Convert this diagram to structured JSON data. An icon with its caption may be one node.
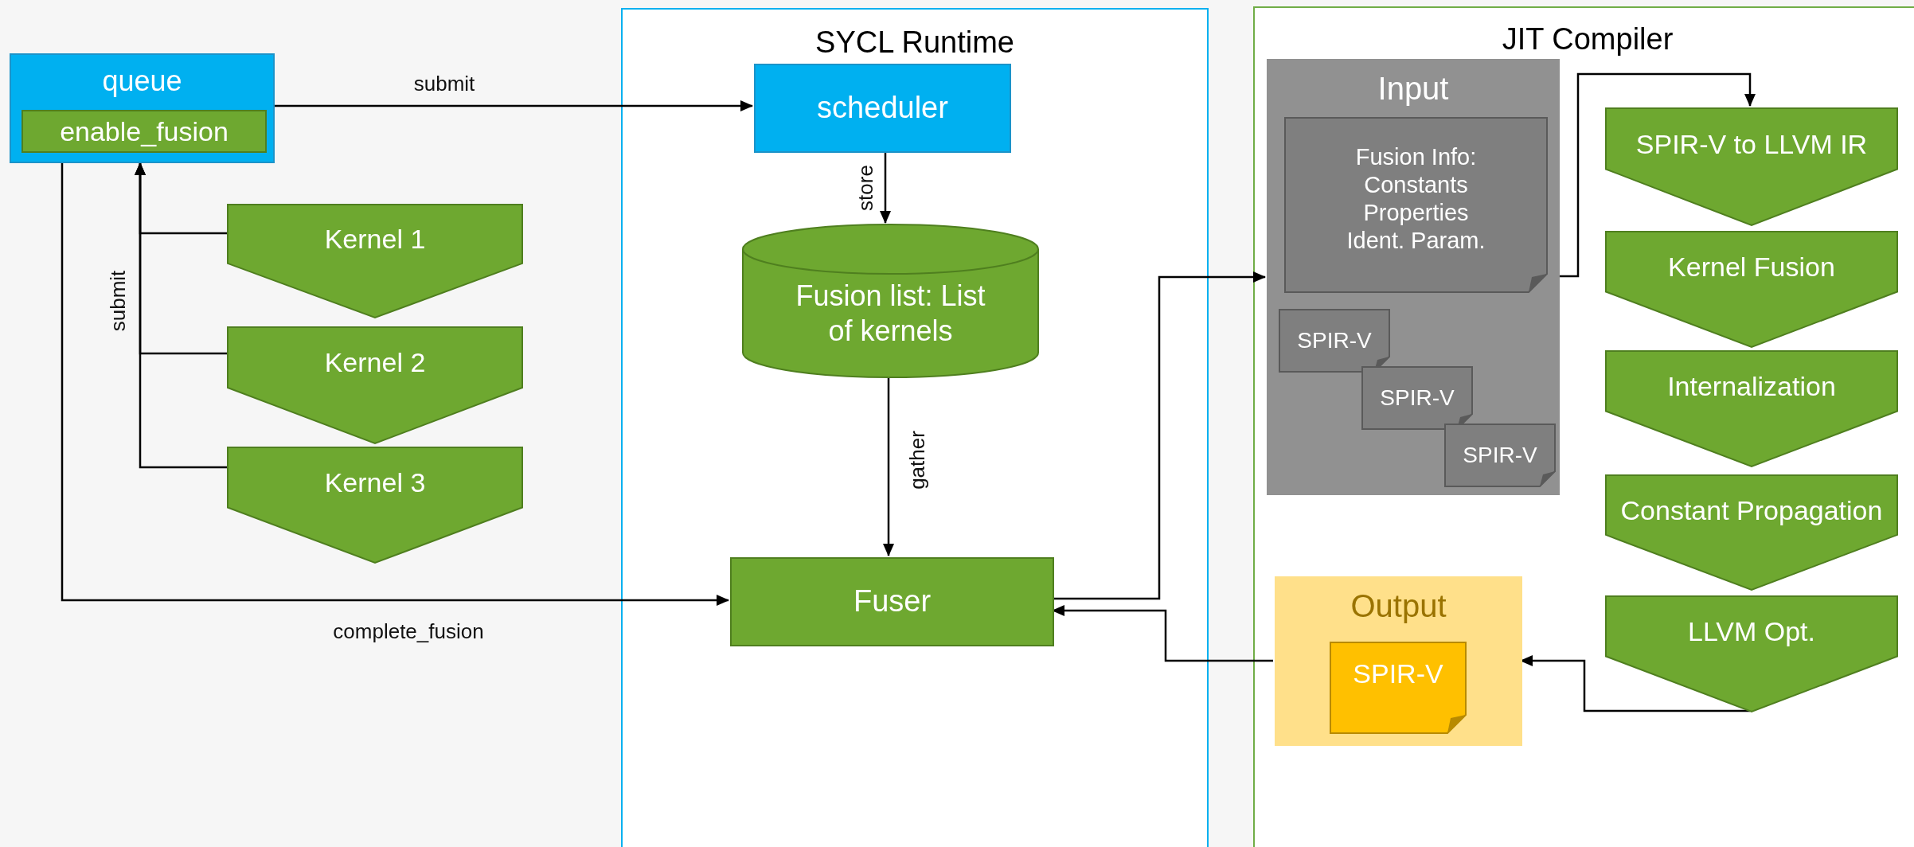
{
  "diagram": {
    "nodes": [
      {
        "text": [
          "SYCL Runtime"
        ]
      },
      {
        "text": [
          "JIT Compiler"
        ]
      },
      {
        "text": [
          "queue"
        ]
      },
      {
        "text": [
          "enable_fusion"
        ],
        "in": 2
      },
      {
        "text": [
          "Kernel 1"
        ]
      },
      {
        "text": [
          "Kernel 2"
        ]
      },
      {
        "text": [
          "Kernel 3"
        ]
      },
      {
        "text": [
          "scheduler"
        ],
        "in": 0
      },
      {
        "text": [
          "Fusion list: List of kernels"
        ],
        "in": 0
      },
      {
        "text": [
          "Fuser"
        ],
        "in": 0
      },
      {
        "text": [
          "Input"
        ],
        "in": 1
      },
      {
        "text": [
          "Fusion Info: Constants Properties Ident. Param."
        ],
        "in": 10
      },
      {
        "text": [
          "SPIR-V"
        ],
        "in": 10
      },
      {
        "text": [
          "SPIR-V"
        ],
        "in": 10
      },
      {
        "text": [
          "SPIR-V"
        ],
        "in": 10
      },
      {
        "text": [
          "SPIR-V to LLVM IR"
        ],
        "in": 1
      },
      {
        "text": [
          "Kernel Fusion"
        ],
        "in": 1
      },
      {
        "text": [
          "Internalization"
        ],
        "in": 1
      },
      {
        "text": [
          "Constant Propagation"
        ],
        "in": 1
      },
      {
        "text": [
          "LLVM Opt."
        ],
        "in": 1
      },
      {
        "text": [
          "Output"
        ],
        "in": 1
      },
      {
        "text": [
          "SPIR-V"
        ],
        "in": 20
      }
    ],
    "edges": [
      {
        "from": 2,
        "to": 7,
        "arrow": "to",
        "label": "submit"
      },
      {
        "from": 4,
        "to": 2,
        "arrow": "to",
        "label": "submit"
      },
      {
        "from": 5,
        "to": 2,
        "arrow": "to"
      },
      {
        "from": 6,
        "to": 2,
        "arrow": "to"
      },
      {
        "from": 7,
        "to": 8,
        "arrow": "to",
        "label": "store"
      },
      {
        "from": 8,
        "to": 9,
        "arrow": "to",
        "label": "gather"
      },
      {
        "from": 2,
        "to": 9,
        "arrow": "to",
        "label": "complete_fusion"
      },
      {
        "from": 9,
        "to": 10,
        "arrow": "to"
      },
      {
        "from": 10,
        "to": 15,
        "arrow": "to"
      },
      {
        "from": 20,
        "to": 9,
        "arrow": "to"
      },
      {
        "from": 19,
        "to": 20,
        "arrow": "to"
      }
    ]
  }
}
